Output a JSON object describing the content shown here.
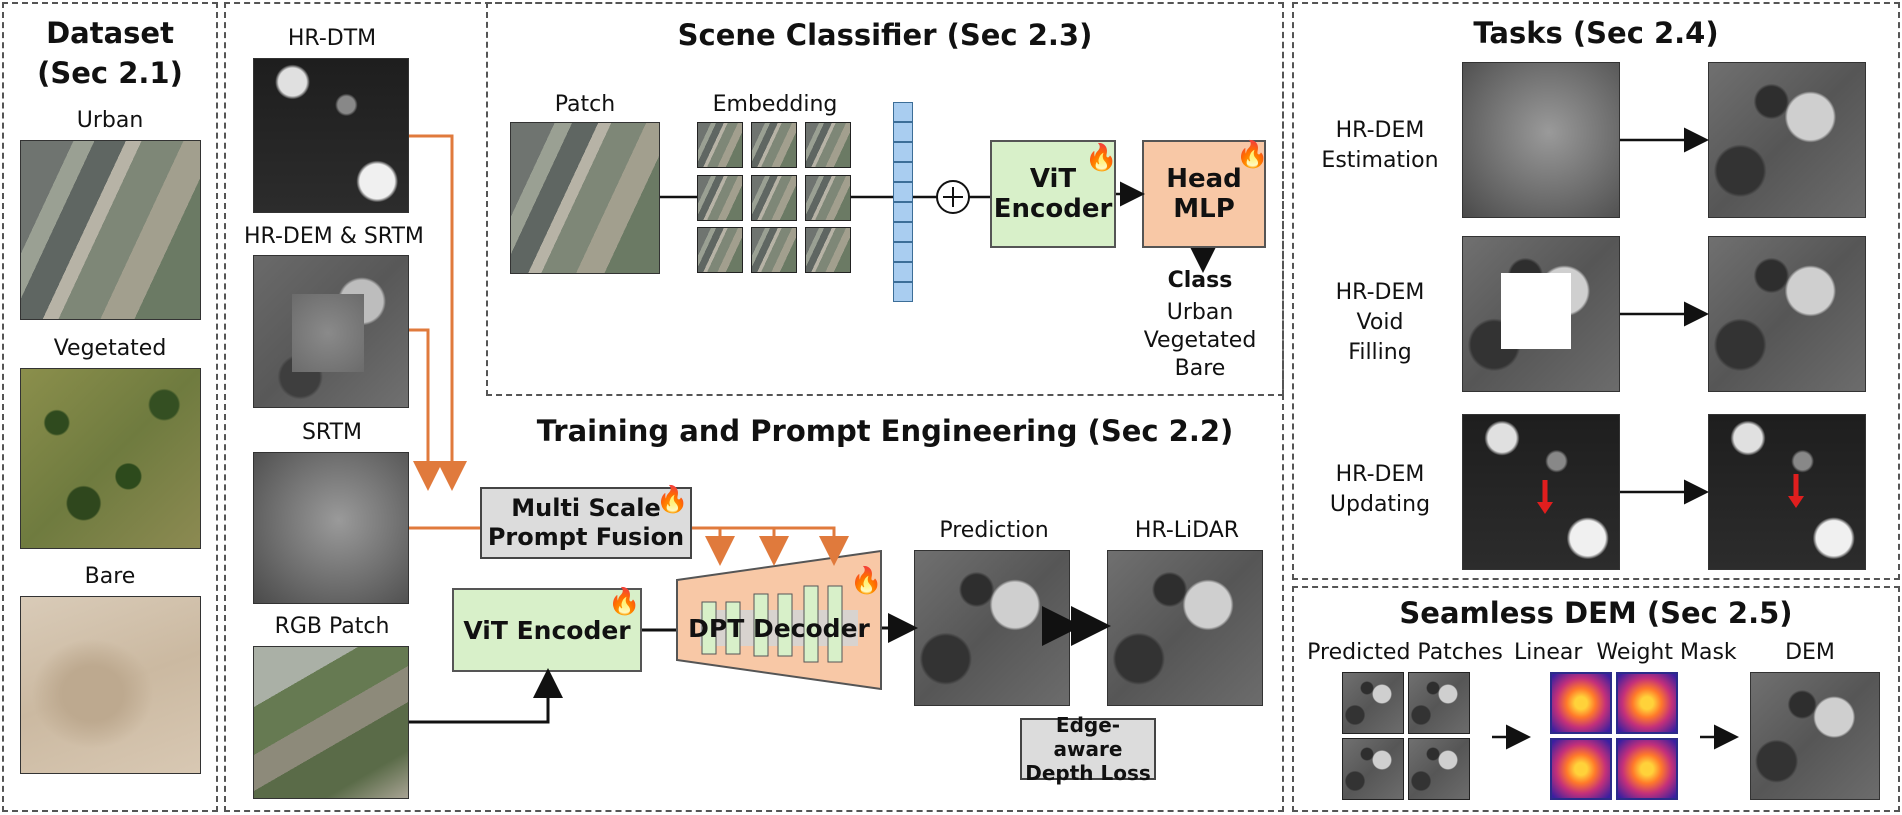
{
  "dataset": {
    "title_line1": "Dataset",
    "title_line2": "(Sec 2.1)",
    "items": [
      {
        "label": "Urban"
      },
      {
        "label": "Vegetated"
      },
      {
        "label": "Bare"
      }
    ]
  },
  "inputs": {
    "dtm_label": "HR-DTM",
    "dem_srtm_label": "HR-DEM & SRTM",
    "srtm_label": "SRTM",
    "rgb_label": "RGB Patch"
  },
  "scene_classifier": {
    "title": "Scene Classifier (Sec 2.3)",
    "patch_label": "Patch",
    "embedding_label": "Embedding",
    "encoder_label_line1": "ViT",
    "encoder_label_line2": "Encoder",
    "head_label_line1": "Head",
    "head_label_line2": "MLP",
    "class_label": "Class",
    "classes": [
      "Urban",
      "Vegetated",
      "Bare"
    ]
  },
  "training": {
    "title": "Training and Prompt Engineering (Sec 2.2)",
    "fusion_line1": "Multi Scale",
    "fusion_line2": "Prompt Fusion",
    "encoder_label": "ViT Encoder",
    "decoder_label": "DPT Decoder",
    "prediction_label": "Prediction",
    "lidar_label": "HR-LiDAR",
    "loss_line1": "Edge-aware",
    "loss_line2": "Depth Loss"
  },
  "tasks": {
    "title": "Tasks (Sec 2.4)",
    "rows": [
      {
        "line1": "HR-DEM",
        "line2": "Estimation",
        "line3": ""
      },
      {
        "line1": "HR-DEM",
        "line2": "Void",
        "line3": "Filling"
      },
      {
        "line1": "HR-DEM",
        "line2": "Updating",
        "line3": ""
      }
    ]
  },
  "seamless": {
    "title": "Seamless DEM (Sec 2.5)",
    "patches_label": "Predicted Patches",
    "mask_label": "Linear  Weight Mask",
    "dem_label": "DEM"
  },
  "colors": {
    "arrow_orange": "#e07a3c",
    "token_blue": "#a9cdf0",
    "encoder_green": "#d8f0c9",
    "head_orange": "#f8c8a6"
  }
}
